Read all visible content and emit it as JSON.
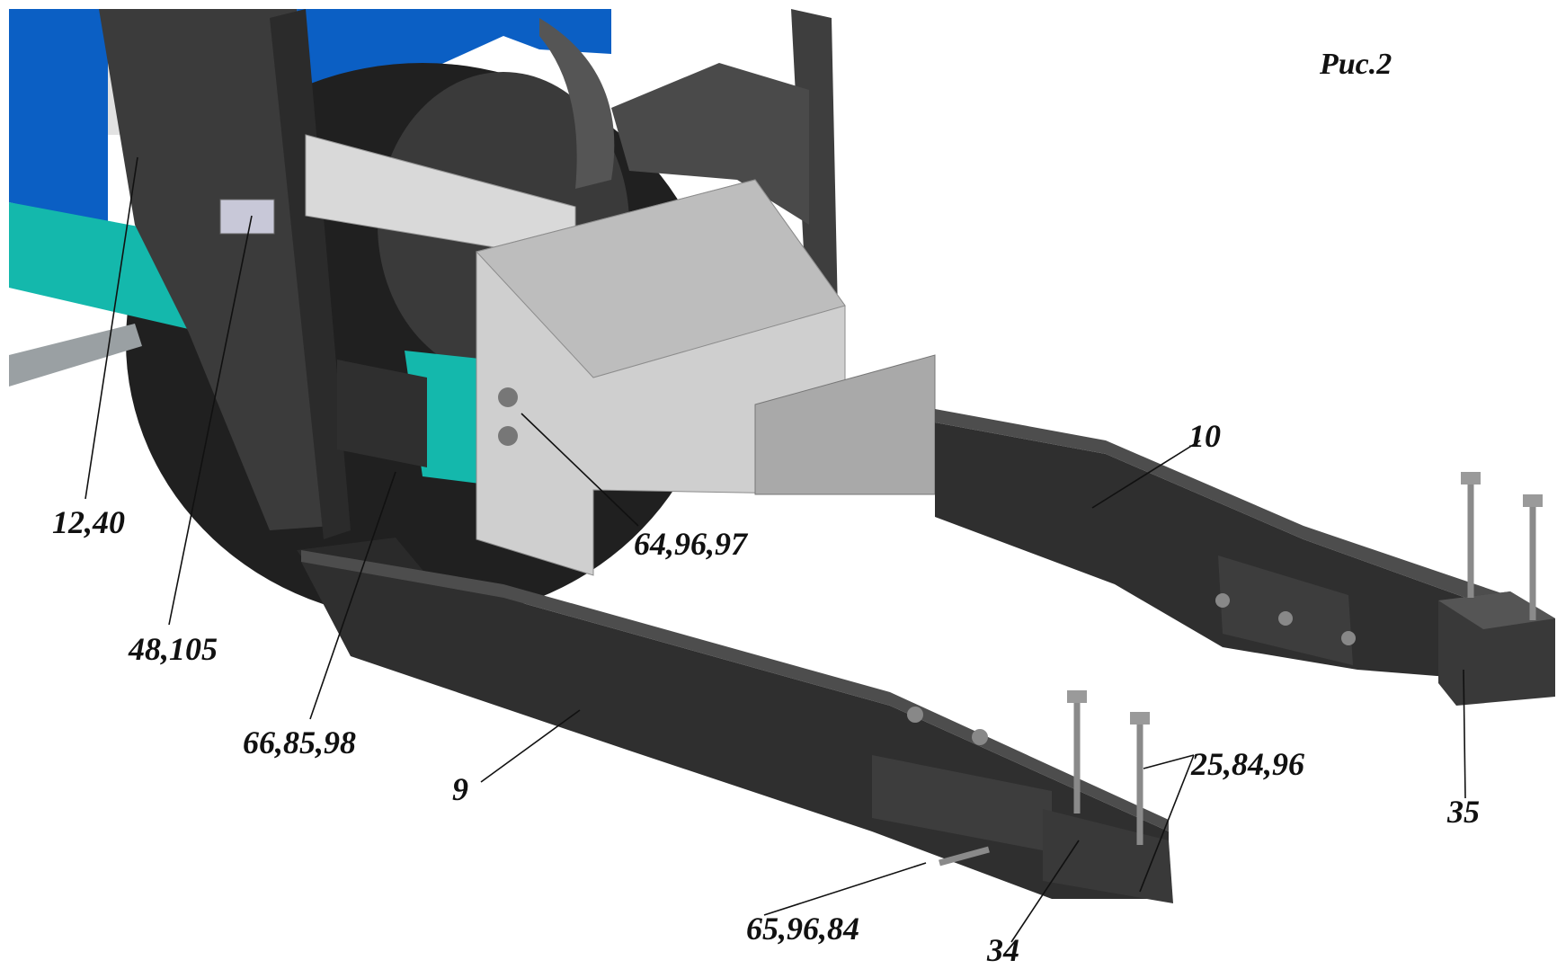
{
  "figure": {
    "caption": "Рис.2"
  },
  "callouts": [
    {
      "id": "c1",
      "text": "12,40"
    },
    {
      "id": "c2",
      "text": "48,105"
    },
    {
      "id": "c3",
      "text": "64,96,97"
    },
    {
      "id": "c4",
      "text": "66,85,98"
    },
    {
      "id": "c5",
      "text": "10"
    },
    {
      "id": "c6",
      "text": "9"
    },
    {
      "id": "c7",
      "text": "25,84,96"
    },
    {
      "id": "c8",
      "text": "35"
    },
    {
      "id": "c9",
      "text": "65,96,84"
    },
    {
      "id": "c10",
      "text": "34"
    }
  ]
}
